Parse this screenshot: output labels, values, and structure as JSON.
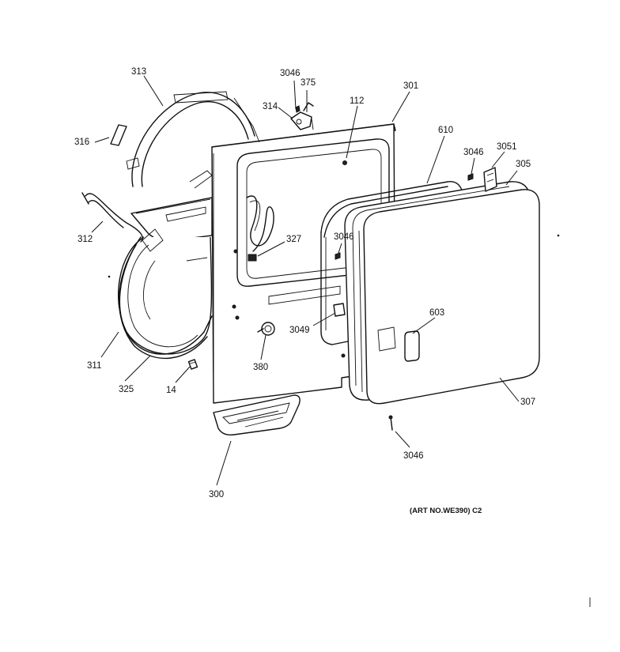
{
  "parts": {
    "p313": "313",
    "p316": "316",
    "p312": "312",
    "p311": "311",
    "p325": "325",
    "p14": "14",
    "p300": "300",
    "p380": "380",
    "p3046_top": "3046",
    "p375": "375",
    "p314": "314",
    "p112": "112",
    "p301": "301",
    "p327": "327",
    "p3046_mid": "3046",
    "p3049": "3049",
    "p610": "610",
    "p3046_right": "3046",
    "p3051": "3051",
    "p305": "305",
    "p603": "603",
    "p307": "307",
    "p3046_bottom": "3046"
  },
  "art_number": "(ART NO.WE390) C2"
}
